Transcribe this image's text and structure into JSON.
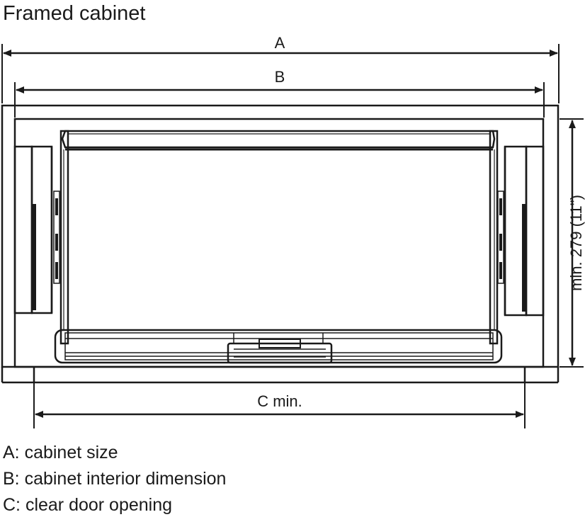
{
  "title": "Framed cabinet",
  "dimensions": {
    "a": "A",
    "b": "B",
    "c": "C min.",
    "height": "min. 279 (11\")"
  },
  "legend": [
    "A: cabinet size",
    "B: cabinet interior dimension",
    "C: clear door opening"
  ]
}
